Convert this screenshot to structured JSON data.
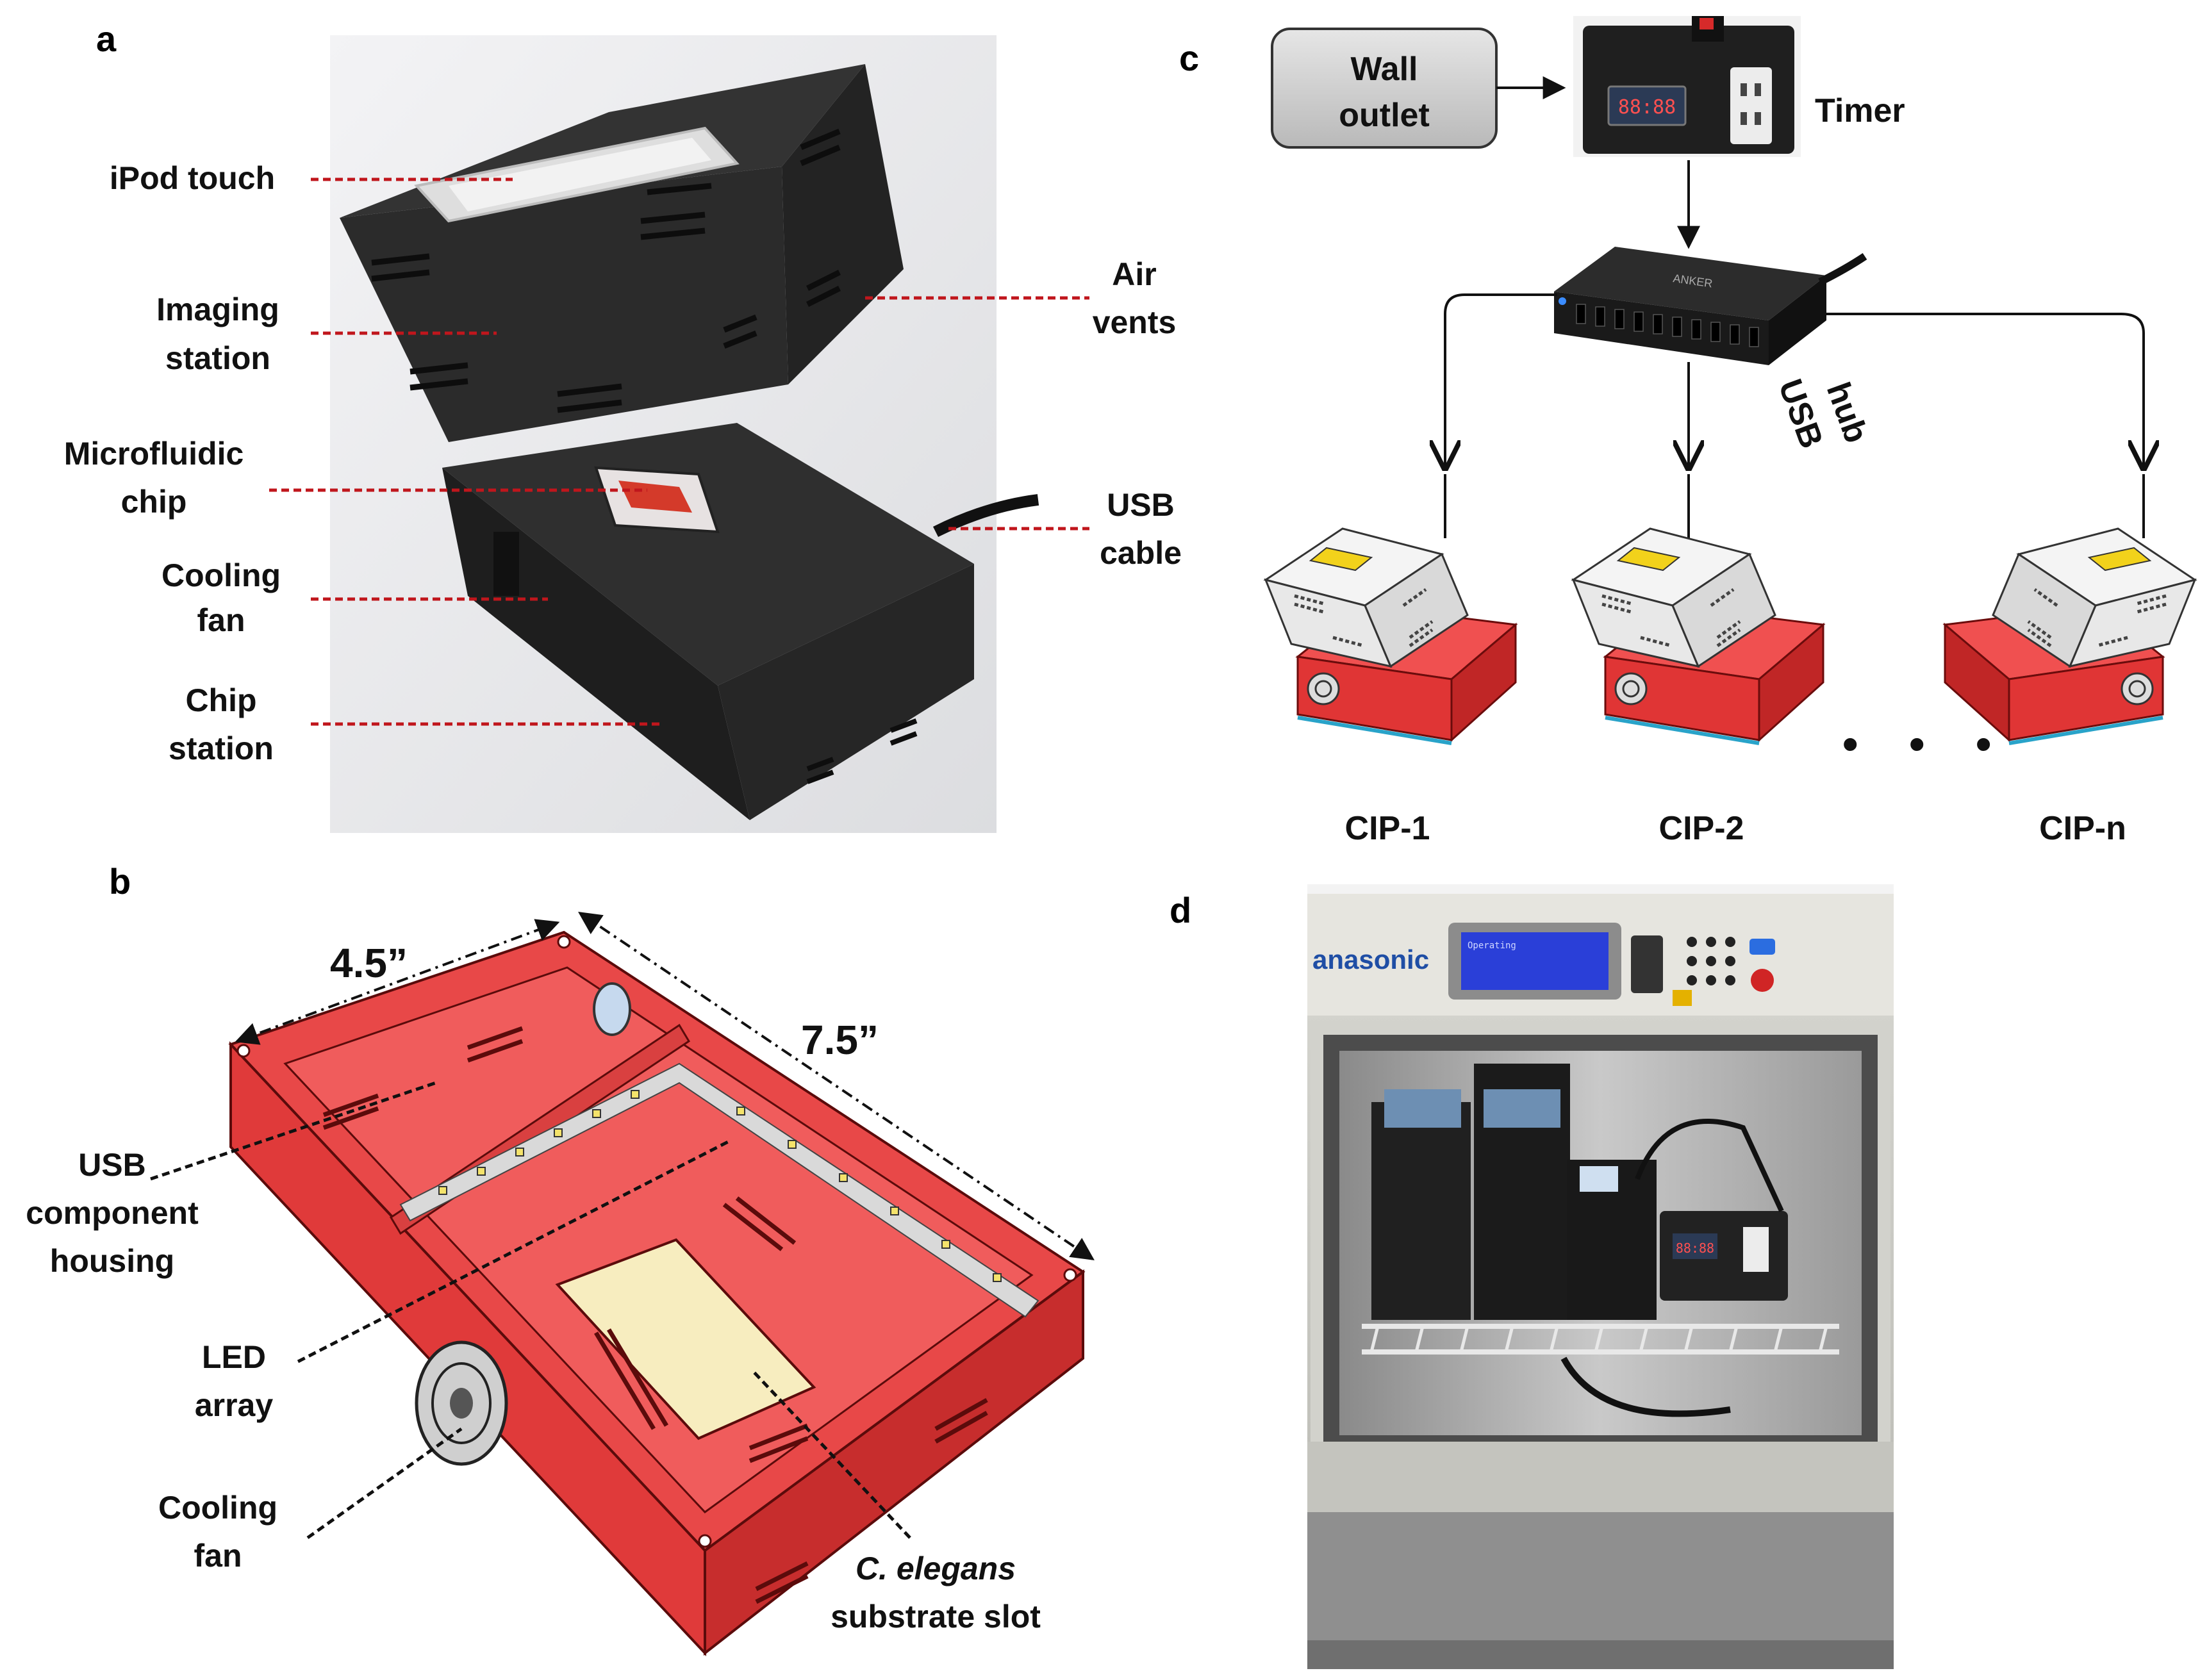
{
  "panels": {
    "a": {
      "letter": "a",
      "labels_left": [
        {
          "lines": [
            "iPod touch"
          ]
        },
        {
          "lines": [
            "Imaging",
            "station"
          ]
        },
        {
          "lines": [
            "Microfluidic",
            "chip"
          ]
        },
        {
          "lines": [
            "Cooling",
            "fan"
          ]
        },
        {
          "lines": [
            "Chip",
            "station"
          ]
        }
      ],
      "labels_right": [
        {
          "lines": [
            "Air",
            "vents"
          ]
        },
        {
          "lines": [
            "USB",
            "cable"
          ]
        }
      ]
    },
    "b": {
      "letter": "b",
      "dim_width": "4.5”",
      "dim_length": "7.5”",
      "labels": [
        {
          "lines": [
            "USB",
            "component",
            "housing"
          ]
        },
        {
          "lines": [
            "LED",
            "array"
          ]
        },
        {
          "lines": [
            "Cooling",
            "fan"
          ]
        }
      ],
      "substrate_label": {
        "italic": "C. elegans",
        "rest": "substrate slot"
      }
    },
    "c": {
      "letter": "c",
      "wall_outlet": [
        "Wall",
        "outlet"
      ],
      "timer": "Timer",
      "usb_hub": [
        "USB",
        "hub"
      ],
      "hub_brand": "ANKER",
      "timer_display": "88:88",
      "ellipsis": "• • •",
      "units": [
        "CIP-1",
        "CIP-2",
        "CIP-n"
      ]
    },
    "d": {
      "letter": "d",
      "incubator_brand": "anasonic",
      "panel_display_text": "Operating",
      "timer_display": "88:88"
    }
  },
  "colors": {
    "leader_red": "#c0161c",
    "leader_black": "#111111",
    "chip_station_red": "#e53a3a",
    "device_black": "#2a2a2a",
    "wall_outlet_fill": "#cfcfcf",
    "substrate_fill": "#f7edbf",
    "led_strip": "#d9d9d9",
    "imaging_gray": "#ececec",
    "hazard_yellow": "#f2d21b"
  }
}
